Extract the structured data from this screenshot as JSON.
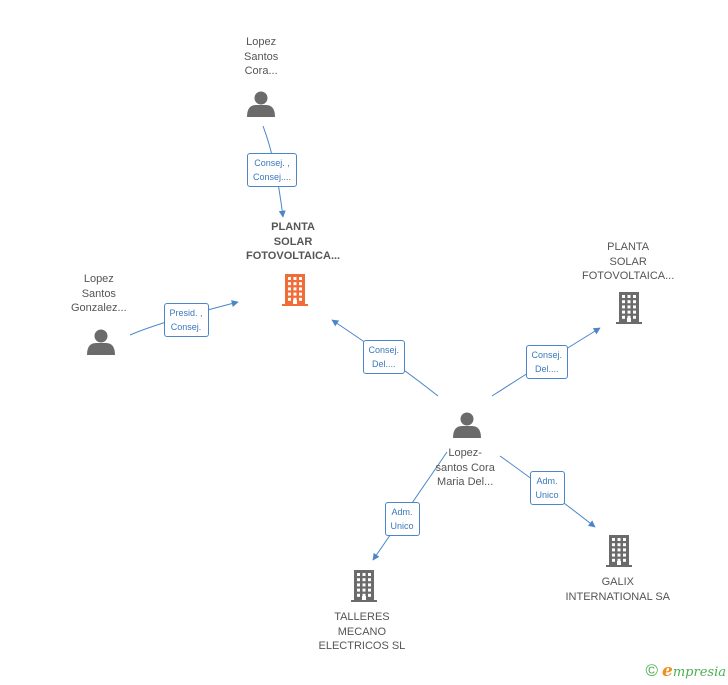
{
  "colors": {
    "edge": "#4a86c8",
    "person": "#6b6b6b",
    "building": "#6b6b6b",
    "focus": "#f26c38"
  },
  "nodes": [
    {
      "id": "lopez_santos_cora",
      "type": "person",
      "label": [
        "Lopez",
        "Santos",
        "Cora..."
      ]
    },
    {
      "id": "planta_main",
      "type": "company",
      "focus": true,
      "label": [
        "PLANTA",
        "SOLAR",
        "FOTOVOLTAICA..."
      ]
    },
    {
      "id": "lopez_santos_gonzalez",
      "type": "person",
      "label": [
        "Lopez",
        "Santos",
        "Gonzalez..."
      ]
    },
    {
      "id": "planta_other",
      "type": "company",
      "label": [
        "PLANTA",
        "SOLAR",
        "FOTOVOLTAICA..."
      ]
    },
    {
      "id": "lopez_santos_cora_maria",
      "type": "person",
      "label": [
        "Lopez-",
        "santos Cora",
        "Maria Del..."
      ]
    },
    {
      "id": "talleres",
      "type": "company",
      "label": [
        "TALLERES",
        "MECANO",
        "ELECTRICOS SL"
      ]
    },
    {
      "id": "galix",
      "type": "company",
      "label": [
        "GALIX",
        "INTERNATIONAL SA"
      ]
    }
  ],
  "edges": [
    {
      "from": "lopez_santos_cora",
      "to": "planta_main",
      "label": [
        "Consej. ,",
        "Consej...."
      ]
    },
    {
      "from": "lopez_santos_gonzalez",
      "to": "planta_main",
      "label": [
        "Presid. ,",
        "Consej."
      ]
    },
    {
      "from": "lopez_santos_cora_maria",
      "to": "planta_main",
      "label": [
        "Consej.",
        "Del...."
      ]
    },
    {
      "from": "lopez_santos_cora_maria",
      "to": "planta_other",
      "label": [
        "Consej.",
        "Del...."
      ]
    },
    {
      "from": "lopez_santos_cora_maria",
      "to": "talleres",
      "label": [
        "Adm.",
        "Unico"
      ]
    },
    {
      "from": "lopez_santos_cora_maria",
      "to": "galix",
      "label": [
        "Adm.",
        "Unico"
      ]
    }
  ],
  "footer": {
    "copyright_symbol": "©",
    "brand_initial": "e",
    "brand_rest": "mpresia"
  }
}
